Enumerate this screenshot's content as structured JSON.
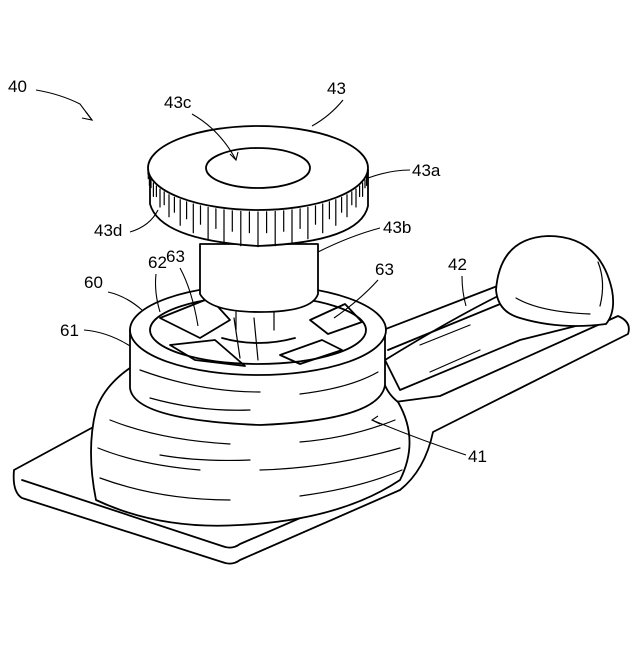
{
  "figure": {
    "labels": {
      "l40": "40",
      "l43": "43",
      "l43c": "43c",
      "l43a": "43a",
      "l43d": "43d",
      "l43b": "43b",
      "l62": "62",
      "l63a": "63",
      "l63b": "63",
      "l60": "60",
      "l42": "42",
      "l61": "61",
      "l41": "41"
    }
  }
}
